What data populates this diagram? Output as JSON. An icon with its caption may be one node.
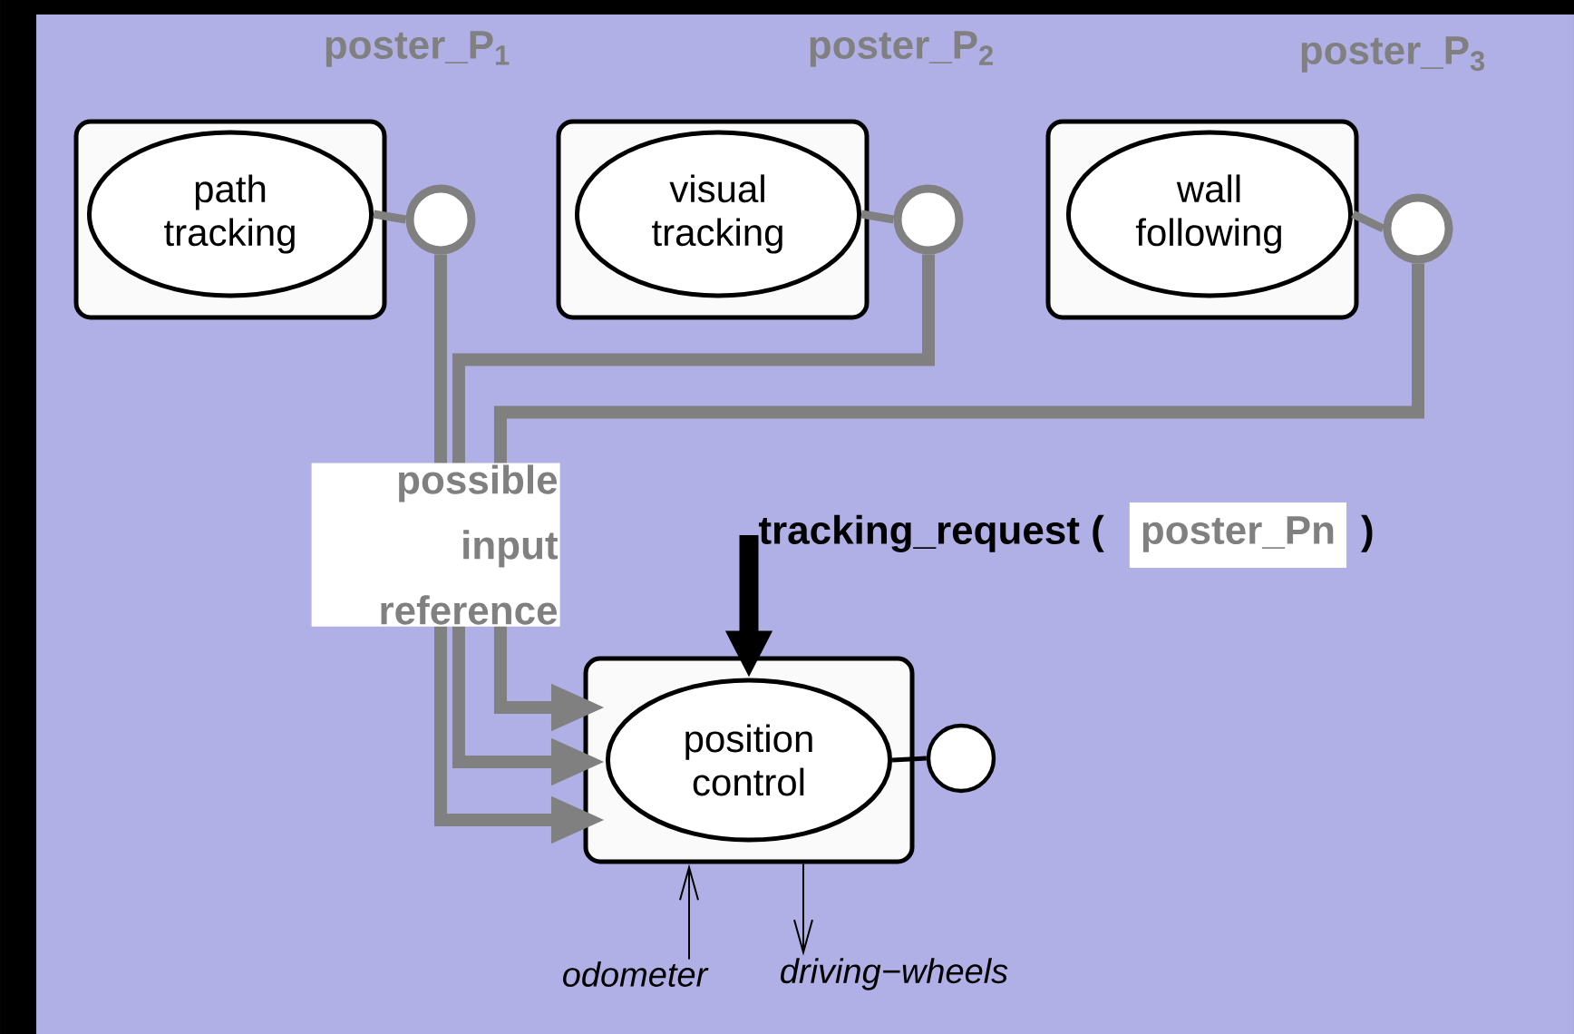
{
  "diagram": {
    "nodes": [
      {
        "text": [],
        "shape": "box"
      },
      {
        "text": [
          "path tracking"
        ],
        "in": 0
      },
      {
        "text": [],
        "shape": "circle"
      },
      {
        "text": [],
        "shape": "box"
      },
      {
        "text": [
          "visual tracking"
        ],
        "in": 3
      },
      {
        "text": [],
        "shape": "circle"
      },
      {
        "text": [],
        "shape": "box"
      },
      {
        "text": [
          "wall following"
        ],
        "in": 6
      },
      {
        "text": [],
        "shape": "circle"
      },
      {
        "text": [
          "tracking_request (",
          "poster_Pn",
          ")"
        ]
      },
      {
        "text": [],
        "shape": "box"
      },
      {
        "text": [
          "position control"
        ],
        "in": 10
      },
      {
        "text": [],
        "shape": "circle"
      },
      {
        "text": [
          "odometer"
        ]
      },
      {
        "text": [
          "driving−wheels"
        ]
      }
    ],
    "edges": [
      {
        "from": 1,
        "to": 2,
        "arrow": "none",
        "color": "#808080"
      },
      {
        "from": 4,
        "to": 5,
        "arrow": "none",
        "color": "#808080"
      },
      {
        "from": 7,
        "to": 8,
        "arrow": "none",
        "color": "#808080"
      },
      {
        "from": 11,
        "to": 12,
        "arrow": "none",
        "color": "#000000"
      },
      {
        "from": 2,
        "to": 11,
        "arrow": "to",
        "color": "#808080"
      },
      {
        "from": 5,
        "to": 11,
        "arrow": "to",
        "color": "#808080"
      },
      {
        "from": 8,
        "to": 11,
        "arrow": "to",
        "color": "#808080"
      },
      {
        "from": 9,
        "to": 11,
        "arrow": "to",
        "style": "thick",
        "color": "#000000"
      },
      {
        "from": 13,
        "to": 10,
        "arrow": "to",
        "color": "#000000"
      },
      {
        "from": 10,
        "to": 14,
        "arrow": "to",
        "color": "#000000"
      }
    ],
    "labels": [
      "poster_P$_{1}$",
      "poster_P$_{2}$",
      "poster_P$_{3}$",
      "possible input reference"
    ]
  }
}
